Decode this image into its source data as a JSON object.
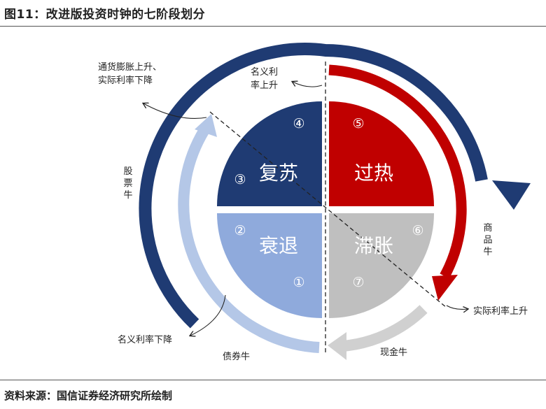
{
  "title": "图11：改进版投资时钟的七阶段划分",
  "source": "资料来源：国信证券经济研究所绘制",
  "quadrants": {
    "recovery": {
      "label": "复苏",
      "numbers": [
        "④",
        "③"
      ]
    },
    "overheat": {
      "label": "过热",
      "numbers": [
        "⑤"
      ]
    },
    "recession": {
      "label": "衰退",
      "numbers": [
        "②",
        "①"
      ]
    },
    "stagflation": {
      "label": "滞胀",
      "numbers": [
        "⑥",
        "⑦"
      ]
    }
  },
  "annotations": {
    "inflation_rise_line1": "通货膨胀上升、",
    "inflation_rise_line2": "实际利率下降",
    "nominal_rate_up_line1": "名义利",
    "nominal_rate_up_line2": "率上升",
    "real_rate_up": "实际利率上升",
    "nominal_rate_down": "名义利率下降"
  },
  "arrows": {
    "stock_bull": [
      "股",
      "票",
      "牛"
    ],
    "commodity_bull": [
      "商",
      "品",
      "牛"
    ],
    "bond_bull": "债券牛",
    "cash_bull": "现金牛"
  },
  "colors": {
    "recovery": "#1f3b73",
    "overheat": "#c00000",
    "recession": "#8faadc",
    "stagflation": "#bfbfbf",
    "stock_arrow": "#1f3b73",
    "commodity_arrow": "#c00000",
    "bond_arrow": "#b4c7e7",
    "cash_arrow": "#d0d0d0"
  }
}
